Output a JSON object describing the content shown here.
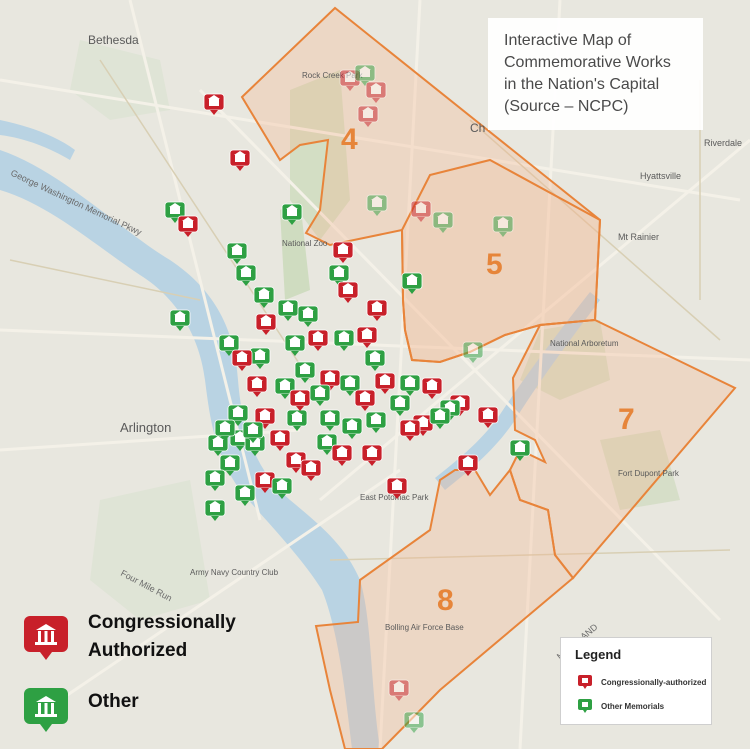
{
  "title": {
    "lines": [
      "Interactive Map of",
      "Commemorative Works",
      "in the Nation's Capital",
      "(Source – NCPC)"
    ]
  },
  "place_labels": {
    "bethesda": "Bethesda",
    "arlington": "Arlington",
    "hyattsville": "Hyattsville",
    "mt_rainier": "Mt Rainier",
    "ch": "Ch",
    "riverdale": "Riverdale",
    "rock_creek_park": "Rock Creek Park",
    "national_zoo": "National Zoo",
    "east_potomac_park": "East Potomac Park",
    "army_navy_country_club": "Army Navy Country Club",
    "national_arboretum": "National Arboretum",
    "fort_dupont_park": "Fort Dupont Park",
    "bolling_afb": "Bolling Air Force Base",
    "maryland": "MARYLAND",
    "gw_parkway": "George Washington Memorial Pkwy",
    "four_mile_run": "Four Mile Run"
  },
  "wards": [
    "4",
    "5",
    "7",
    "8"
  ],
  "legend_left": {
    "congressional_label": "Congressionally Authorized",
    "congressional_line1": "Congressionally",
    "congressional_line2": "Authorized",
    "other_label": "Other"
  },
  "legend_box": {
    "title": "Legend",
    "congressional": "Congressionally-authorized",
    "other": "Other Memorials"
  },
  "colors": {
    "congressional": "#c8202a",
    "other": "#2ea043",
    "ward_outline": "#e8843a",
    "ward_label": "#e6853a"
  }
}
